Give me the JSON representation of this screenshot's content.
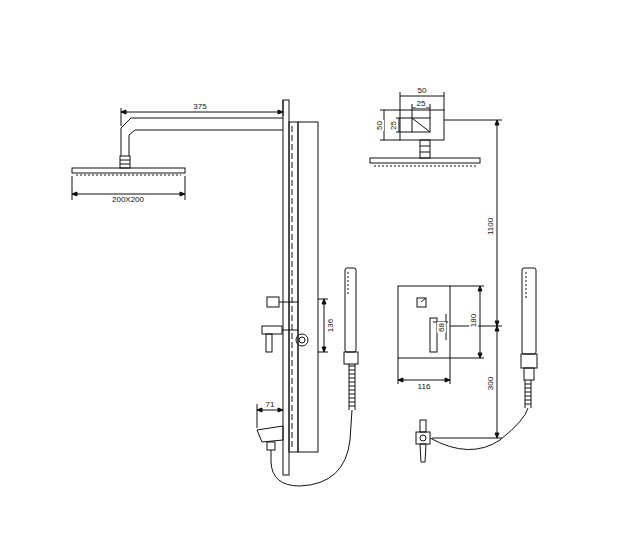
{
  "diagram": {
    "labels": [
      "375",
      "200X200",
      "136",
      "71",
      "50",
      "25",
      "50",
      "25",
      "1100",
      "68",
      "180",
      "116",
      "300"
    ]
  }
}
